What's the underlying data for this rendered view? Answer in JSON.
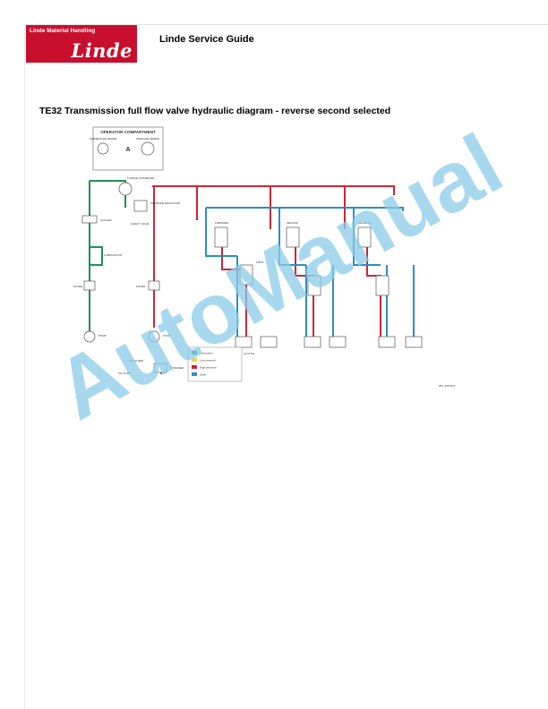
{
  "header": {
    "logo_tagline": "Linde Material Handling",
    "logo_mark": "Linde",
    "guide_title": "Linde Service Guide"
  },
  "document": {
    "title": "TE32 Transmission full flow valve hydraulic diagram - reverse second selected"
  },
  "diagram": {
    "compartment_title": "OPERATOR COMPARTMENT",
    "compartment_marker": "A",
    "labels": {
      "temp_sender": "TEMPERATURE SENDER",
      "pressure_sender": "PRESSURE SENDER",
      "torque_converter": "TORQUE CONVERTER",
      "pressure_regulator": "PRESSURE REGULATOR",
      "safety_valve": "SAFETY VALVE",
      "cooler": "COOLER",
      "lubrication": "LUBRICATION",
      "filter_1": "FILTER",
      "filter_2": "FILTER",
      "pump_1": "PUMP",
      "pump_2": "PUMP",
      "breather": "BREATHER",
      "oil_sump": "OIL SUMP",
      "strainer": "STRAINER",
      "forward": "FORWARD",
      "reverse": "REVERSE",
      "second": "SECOND",
      "first": "FIRST",
      "clutch": "CLUTCH",
      "part_number": "087_158 R01"
    },
    "legend": [
      {
        "label": "Lubrication",
        "color": "#1e9150"
      },
      {
        "label": "Low pressure",
        "color": "#e8d84a"
      },
      {
        "label": "High pressure",
        "color": "#c8283a"
      },
      {
        "label": "Drain",
        "color": "#2a8fc0"
      }
    ]
  },
  "watermark": {
    "text": "AutoManual"
  },
  "colors": {
    "brand_red": "#c8102e",
    "high_pressure": "#c8283a",
    "drain": "#2a8fc0",
    "lubrication": "#1e9150",
    "low_pressure": "#e8d84a",
    "watermark": "#8ccbe8"
  }
}
